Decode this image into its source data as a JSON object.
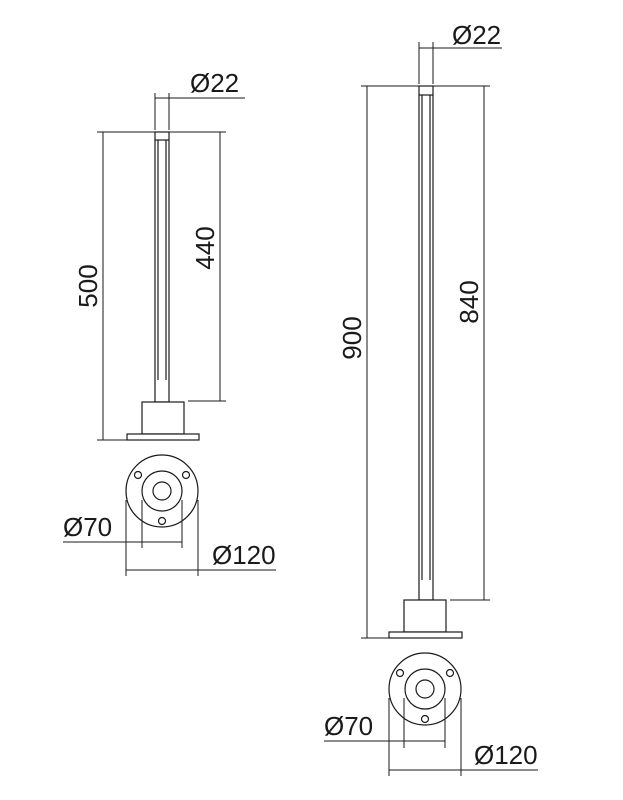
{
  "small_lamp": {
    "diameter_top": "Ø22",
    "total_height": "500",
    "light_length": "440",
    "base_inner_diameter": "Ø70",
    "base_outer_diameter": "Ø120"
  },
  "large_lamp": {
    "diameter_top": "Ø22",
    "total_height": "900",
    "light_length": "840",
    "base_inner_diameter": "Ø70",
    "base_outer_diameter": "Ø120"
  },
  "colors": {
    "line": "#1a1a1a",
    "background": "#ffffff"
  }
}
